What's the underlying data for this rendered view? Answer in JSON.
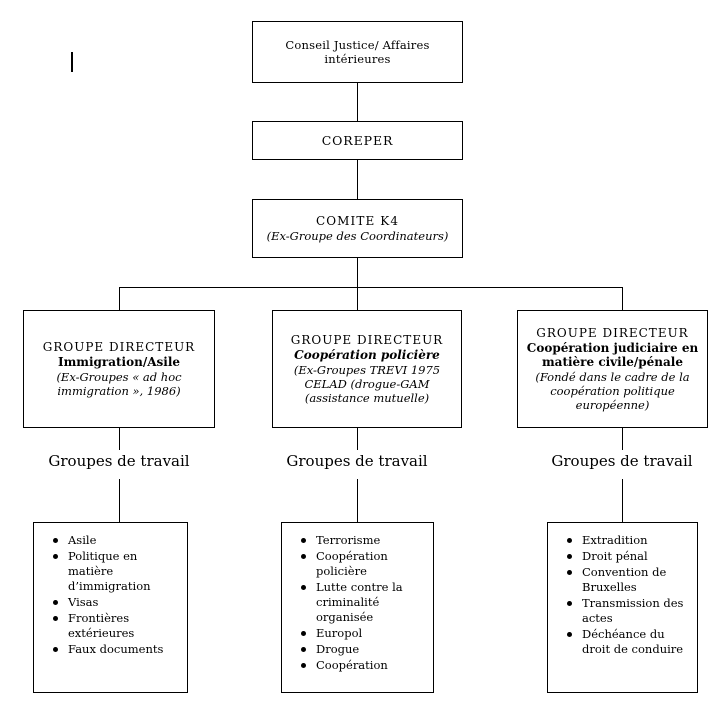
{
  "diagram": {
    "title_note": "EU Justice and Home Affairs organisational chart",
    "cursor_mark": "text-cursor",
    "nodes": {
      "council": {
        "line1": "Conseil Justice/ Affaires",
        "line2": "intérieures"
      },
      "coreper": {
        "label": "COREPER"
      },
      "comite_k4": {
        "line1": "COMITE K4",
        "line2": "(Ex-Groupe des Coordinateurs)"
      },
      "directing_groups": [
        {
          "heading": "GROUPE DIRECTEUR",
          "subject": "Immigration/Asile",
          "note_lines": [
            "(Ex-Groupes « ad hoc",
            "immigration », 1986)"
          ]
        },
        {
          "heading": "GROUPE DIRECTEUR",
          "subject": "Coopération policière",
          "note_lines": [
            "(Ex-Groupes TREVI 1975",
            "CELAD (drogue-GAM",
            "(assistance mutuelle)"
          ]
        },
        {
          "heading": "GROUPE DIRECTEUR",
          "subject_lines": [
            "Coopération judiciaire en",
            "matière civile/pénale"
          ],
          "note_lines": [
            "(Fondé dans le cadre de la",
            "coopération politique",
            "européenne)"
          ]
        }
      ],
      "working_group_labels": [
        "Groupes de travail",
        "Groupes de travail",
        "Groupes de travail"
      ],
      "working_group_lists": [
        {
          "items": [
            {
              "line1": "Asile"
            },
            {
              "line1": "Politique en",
              "line2": "matière",
              "line3": "d’immigration"
            },
            {
              "line1": "Visas"
            },
            {
              "line1": "Frontières",
              "line2": "extérieures"
            },
            {
              "line1": "Faux documents"
            }
          ]
        },
        {
          "items": [
            {
              "line1": "Terrorisme"
            },
            {
              "line1": "Coopération",
              "line2": "policière"
            },
            {
              "line1": "Lutte contre la",
              "line2": "criminalité",
              "line3": "organisée"
            },
            {
              "line1": "Europol"
            },
            {
              "line1": "Drogue"
            },
            {
              "line1": "Coopération"
            }
          ]
        },
        {
          "items": [
            {
              "line1": "Extradition"
            },
            {
              "line1": "Droit pénal"
            },
            {
              "line1": "Convention de",
              "line2": "Bruxelles"
            },
            {
              "line1": "Transmission des",
              "line2": "actes"
            },
            {
              "line1": "Déchéance du",
              "line2": "droit de conduire"
            }
          ]
        }
      ]
    },
    "colors": {
      "line": "#000000",
      "background": "#ffffff",
      "text": "#000000"
    }
  }
}
